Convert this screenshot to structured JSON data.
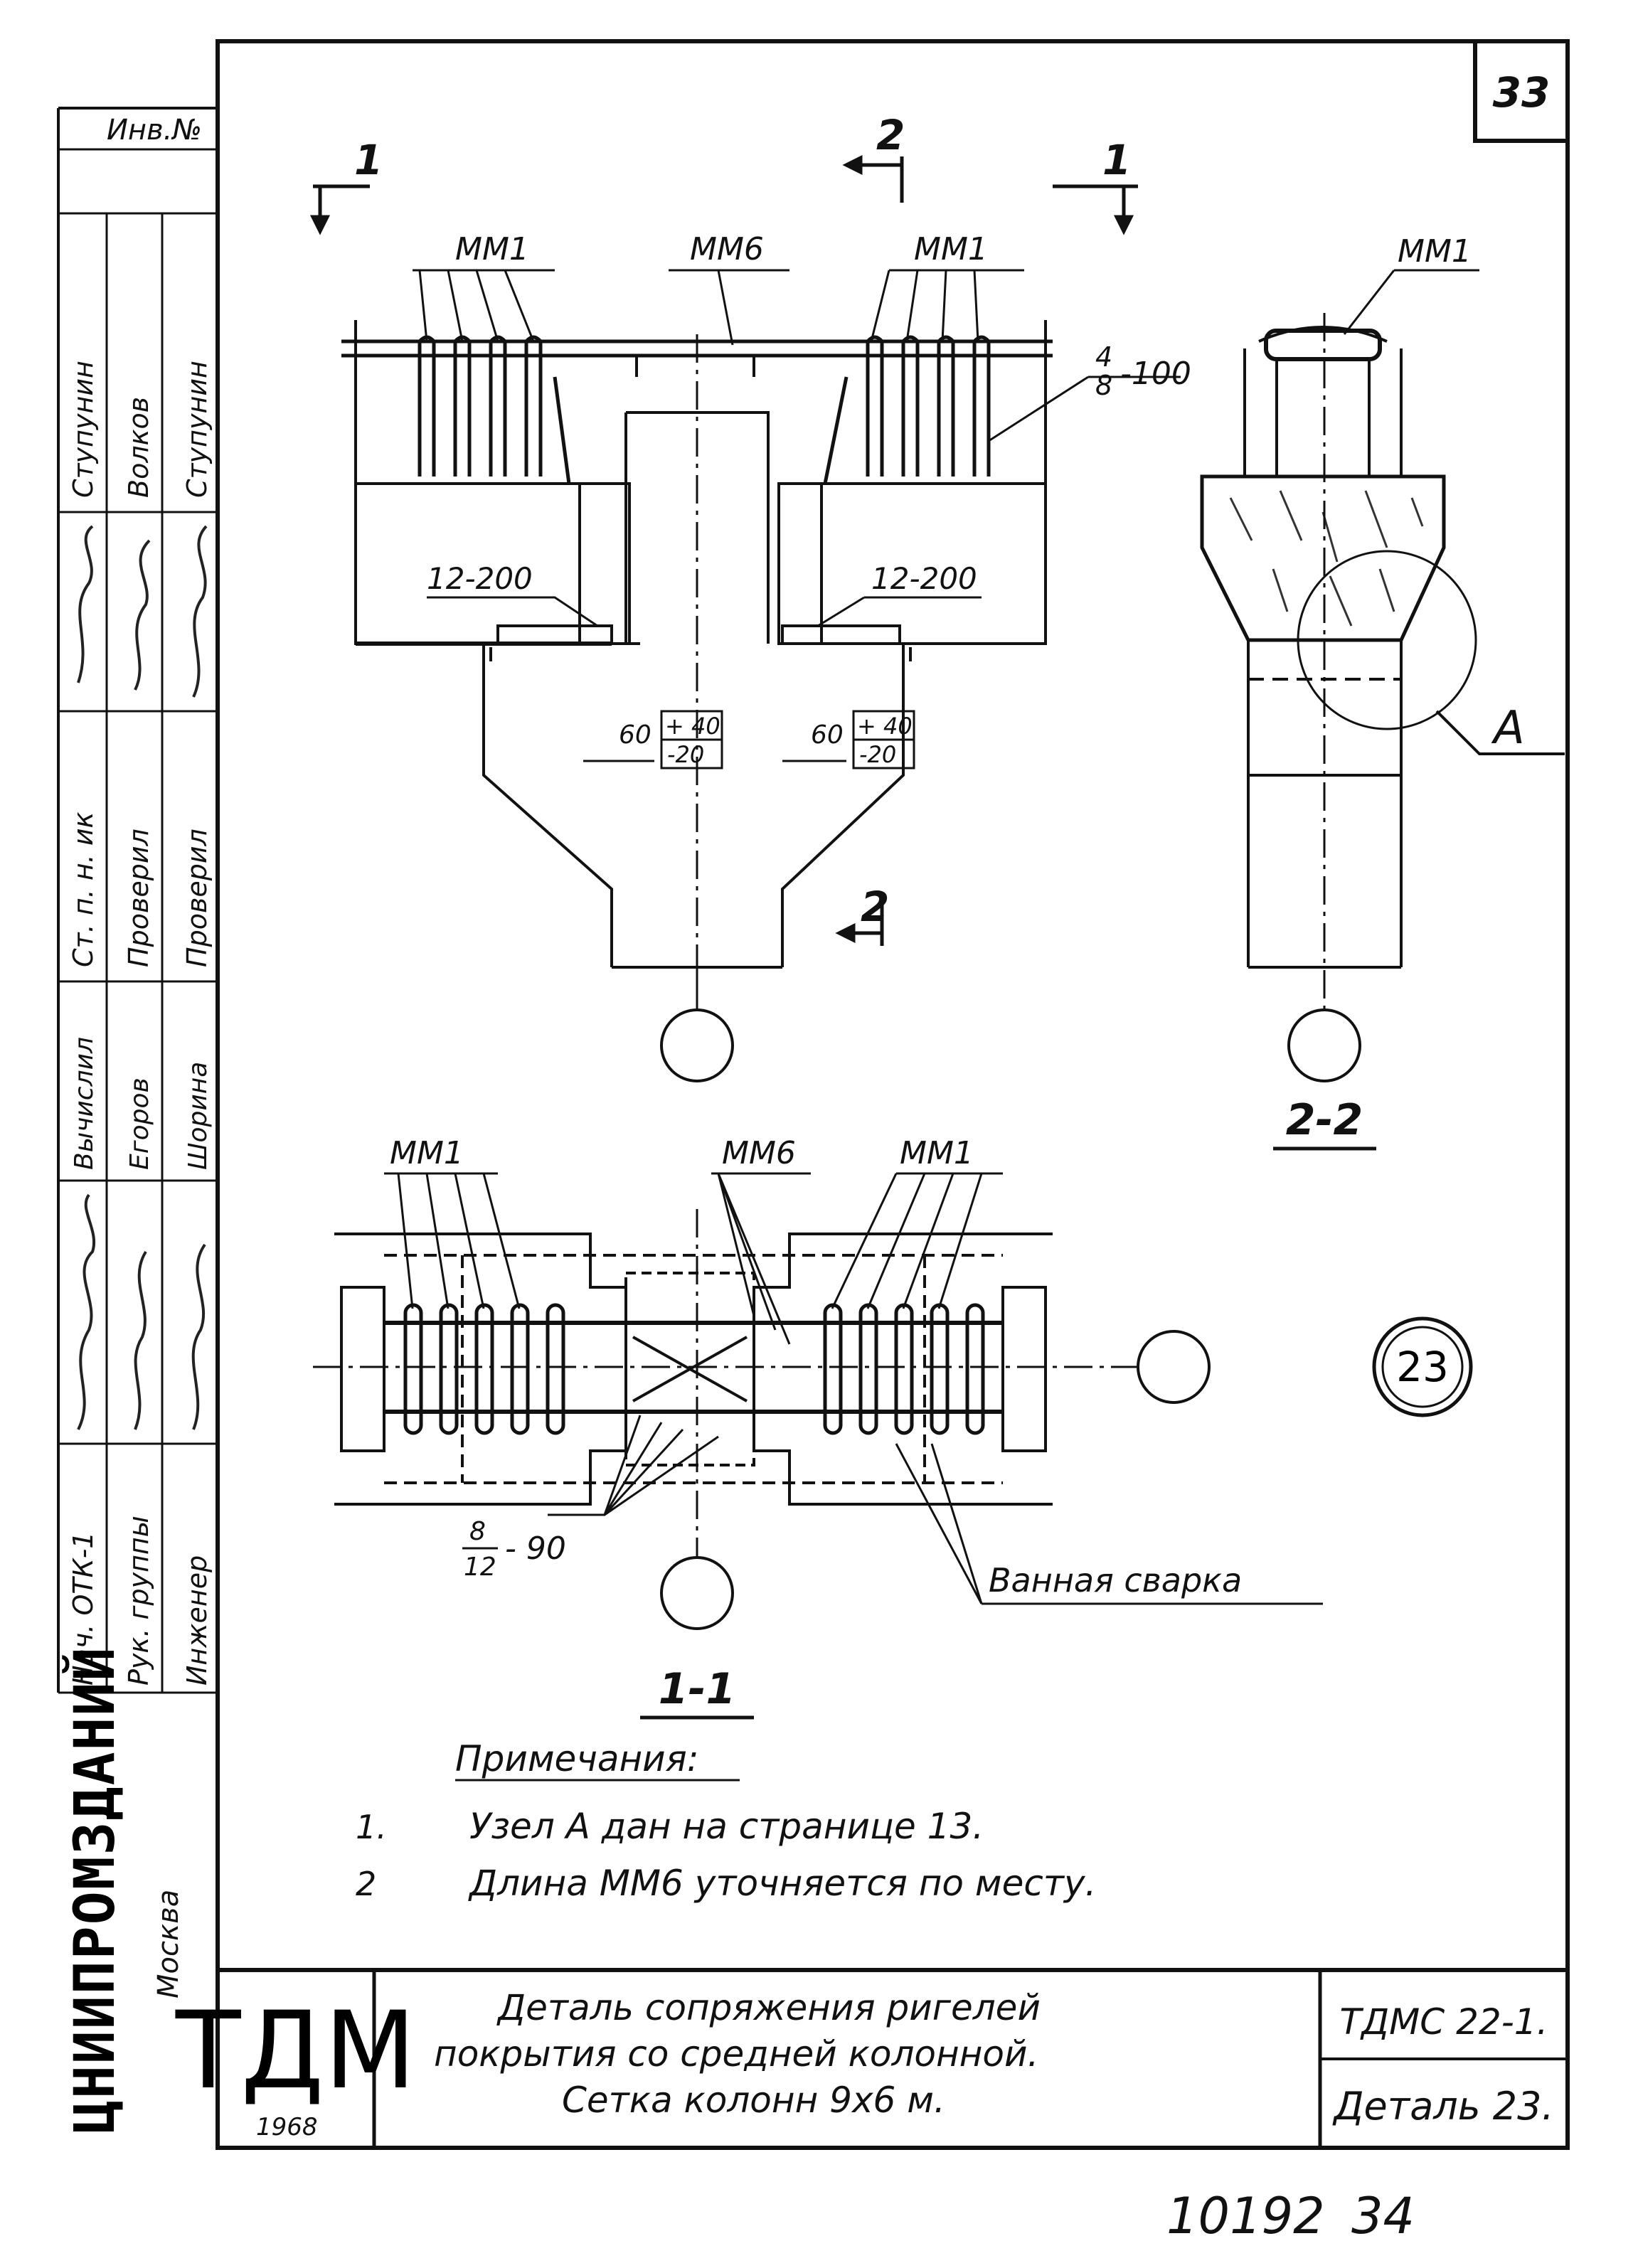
{
  "sheet": {
    "page_number": "33",
    "bottom_numbers": [
      "10192",
      "34"
    ]
  },
  "stamp": {
    "inv_label": "Инв.№",
    "rows": [
      {
        "role": "Нач. ОТК-1",
        "name": "Ступунин",
        "name2": ""
      },
      {
        "role": "Рук. группы",
        "name": "Волков",
        "name2": ""
      },
      {
        "role": "Инженер",
        "name": "Ступунин",
        "name2": ""
      },
      {
        "role": "Ст. п. н. ик",
        "name": "Проверил",
        "name2": "Проверил"
      },
      {
        "role": "Вычислил",
        "name": "Егоров",
        "name2": "Шорина"
      }
    ],
    "org_name": "ЦНИИПРОМЗДАНИЙ",
    "org_city": "Москва"
  },
  "drawing": {
    "section_marks": {
      "left": "1",
      "center": "2",
      "right": "1",
      "lower_center": "2"
    },
    "top_view": {
      "mm1_left": "ММ1",
      "mm6": "ММ6",
      "mm1_right": "ММ1",
      "rebar_note": "4/8 -100",
      "rebar_note_num": "4",
      "rebar_note_den": "8",
      "rebar_note_tail": "-100",
      "mesh_left": "12-200",
      "mesh_right": "12-200",
      "dim_left": "60",
      "tol_left_top": "+ 40",
      "tol_left_bottom": "-20",
      "dim_right": "60",
      "tol_right_top": "+ 40",
      "tol_right_bottom": "-20"
    },
    "side_view": {
      "mm1": "ММ1",
      "node_label": "А",
      "section_title": "2-2"
    },
    "plan_view": {
      "mm1_left": "ММ1",
      "mm6": "ММ6",
      "mm1_right": "ММ1",
      "stirrup_num": "8",
      "stirrup_den": "12",
      "stirrup_tail": "- 90",
      "weld_note": "Ванная сварка",
      "section_title": "1-1"
    },
    "detail_number": "23"
  },
  "notes": {
    "heading": "Примечания:",
    "items": [
      {
        "num": "1.",
        "text": "Узел А дан на странице 13."
      },
      {
        "num": "2",
        "text": "Длина ММ6 уточняется по месту."
      }
    ]
  },
  "title_block": {
    "logo": "ТДМ",
    "year": "1968",
    "title_line1": "Деталь сопряжения ригелей",
    "title_line2": "покрытия со средней колонной.",
    "title_line3": "Сетка колонн 9х6 м.",
    "code": "ТДМС 22-1.",
    "detail": "Деталь 23."
  }
}
